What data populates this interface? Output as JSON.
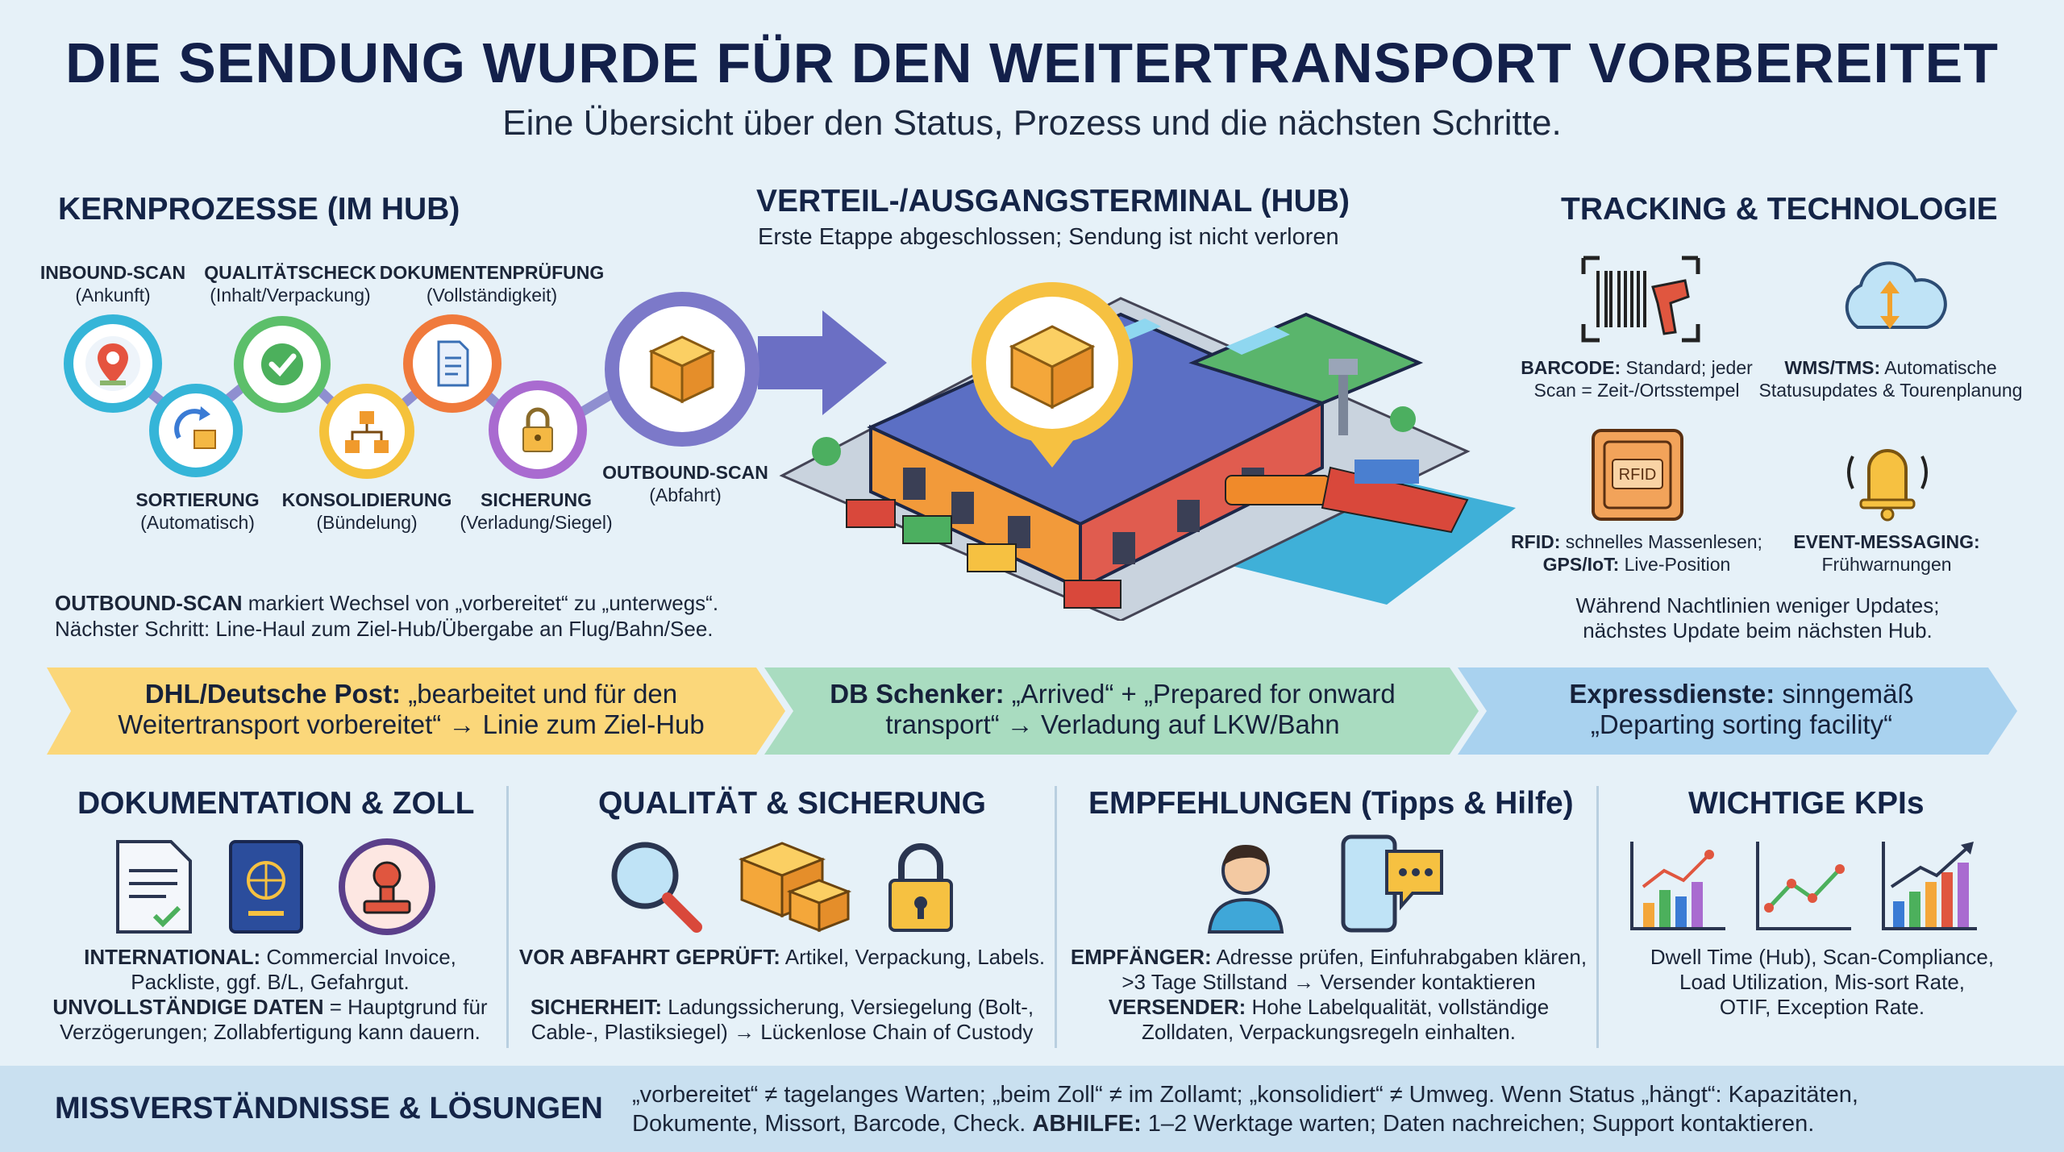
{
  "header": {
    "title": "DIE SENDUNG WURDE FÜR DEN WEITERTRANSPORT VORBEREITET",
    "subtitle": "Eine Übersicht über den Status, Prozess und die nächsten Schritte."
  },
  "kernprozesse": {
    "heading": "KERNPROZESSE (IM HUB)",
    "steps": [
      {
        "name": "INBOUND-SCAN",
        "detail": "(Ankunft)",
        "icon": "location-pin-icon"
      },
      {
        "name": "SORTIERUNG",
        "detail": "(Automatisch)",
        "icon": "sorting-icon"
      },
      {
        "name": "QUALITÄTSCHECK",
        "detail": "(Inhalt/Verpackung)",
        "icon": "checkmark-icon"
      },
      {
        "name": "KONSOLIDIERUNG",
        "detail": "(Bündelung)",
        "icon": "hierarchy-icon"
      },
      {
        "name": "DOKUMENTENPRÜFUNG",
        "detail": "(Vollständigkeit)",
        "icon": "document-icon"
      },
      {
        "name": "SICHERUNG",
        "detail": "(Verladung/Siegel)",
        "icon": "padlock-icon"
      },
      {
        "name": "OUTBOUND-SCAN",
        "detail": "(Abfahrt)",
        "icon": "box-icon"
      }
    ],
    "note_bold": "OUTBOUND-SCAN",
    "note_line1": " markiert Wechsel von „vorbereitet“ zu „unterwegs“.",
    "note_line2": "Nächster Schritt: Line-Haul zum Ziel-Hub/Übergabe an Flug/Bahn/See."
  },
  "terminal": {
    "heading": "VERTEIL-/AUSGANGSTERMINAL (HUB)",
    "subheading": "Erste Etappe abgeschlossen; Sendung ist nicht verloren"
  },
  "tracking": {
    "heading": "TRACKING & TECHNOLOGIE",
    "items": [
      {
        "icon": "barcode-scanner-icon",
        "bold": "BARCODE:",
        "text1": " Standard; jeder",
        "text2": "Scan = Zeit-/Ortsstempel"
      },
      {
        "icon": "cloud-sync-icon",
        "bold": "WMS/TMS:",
        "text1": " Automatische",
        "text2": "Statusupdates & Tourenplanung"
      },
      {
        "icon": "rfid-tag-icon",
        "bold": "RFID:",
        "text1": " schnelles Massenlesen;",
        "bold2": "GPS/IoT:",
        "text2": " Live-Position"
      },
      {
        "icon": "bell-icon",
        "bold": "EVENT-MESSAGING:",
        "text2": "Frühwarnungen"
      }
    ],
    "rfid_label": "RFID",
    "note1": "Während Nachtlinien weniger Updates;",
    "note2": "nächstes Update beim nächsten Hub."
  },
  "carriers": [
    {
      "bold": "DHL/Deutsche Post:",
      "line1": " „bearbeitet und für den",
      "line2": "Weitertransport vorbereitet“ → Linie zum Ziel-Hub",
      "color": "#fbd77a"
    },
    {
      "bold": "DB Schenker:",
      "line1": " „Arrived“ + „Prepared for onward",
      "line2": "transport“ → Verladung auf LKW/Bahn",
      "color": "#a9dcc0"
    },
    {
      "bold": "Expressdienste:",
      "line1": " sinngemäß",
      "line2": "„Departing sorting facility“",
      "color": "#a9d2ef"
    }
  ],
  "dokumentation": {
    "heading": "DOKUMENTATION & ZOLL",
    "icons": [
      "invoice-document-icon",
      "passport-icon",
      "customs-stamp-icon"
    ],
    "bold1": "INTERNATIONAL:",
    "text1a": " Commercial Invoice,",
    "text1b": "Packliste, ggf. B/L, Gefahrgut.",
    "bold2": "UNVOLLSTÄNDIGE DATEN",
    "text2a": " = Hauptgrund für",
    "text2b": "Verzögerungen; Zollabfertigung kann dauern."
  },
  "qualitaet": {
    "heading": "QUALITÄT & SICHERUNG",
    "icons": [
      "magnifier-icon",
      "boxes-icon",
      "padlock-icon"
    ],
    "bold1": "VOR ABFAHRT GEPRÜFT:",
    "text1": " Artikel, Verpackung, Labels.",
    "bold2": "SICHERHEIT:",
    "text2a": " Ladungssicherung, Versiegelung (Bolt-,",
    "text2b": "Cable-, Plastiksiegel) → Lückenlose Chain of Custody"
  },
  "empfehlungen": {
    "heading": "EMPFEHLUNGEN (Tipps & Hilfe)",
    "icons": [
      "person-icon",
      "phone-chat-icon"
    ],
    "bold1": "EMPFÄNGER:",
    "text1a": " Adresse prüfen, Einfuhrabgaben klären,",
    "text1b": ">3 Tage Stillstand → Versender kontaktieren",
    "bold2": "VERSENDER:",
    "text2a": " Hohe Labelqualität, vollständige",
    "text2b": "Zolldaten, Verpackungsregeln einhalten."
  },
  "kpis": {
    "heading": "WICHTIGE KPIs",
    "icons": [
      "bar-line-chart-icon",
      "line-chart-icon",
      "growth-chart-icon"
    ],
    "line1": "Dwell Time (Hub), Scan-Compliance,",
    "line2": "Load Utilization, Mis-sort Rate,",
    "line3": "OTIF, Exception Rate."
  },
  "missverstaendnisse": {
    "heading": "MISSVERSTÄNDNISSE & LÖSUNGEN",
    "line1": "„vorbereitet“ ≠ tagelanges Warten; „beim Zoll“ ≠ im Zollamt; „konsolidiert“ ≠ Umweg. Wenn Status „hängt“: Kapazitäten,",
    "line2a": "Dokumente, Missort, Barcode, Check. ",
    "line2_bold": "ABHILFE:",
    "line2b": " 1–2 Werktage warten; Daten nachreichen; Support kontaktieren."
  }
}
